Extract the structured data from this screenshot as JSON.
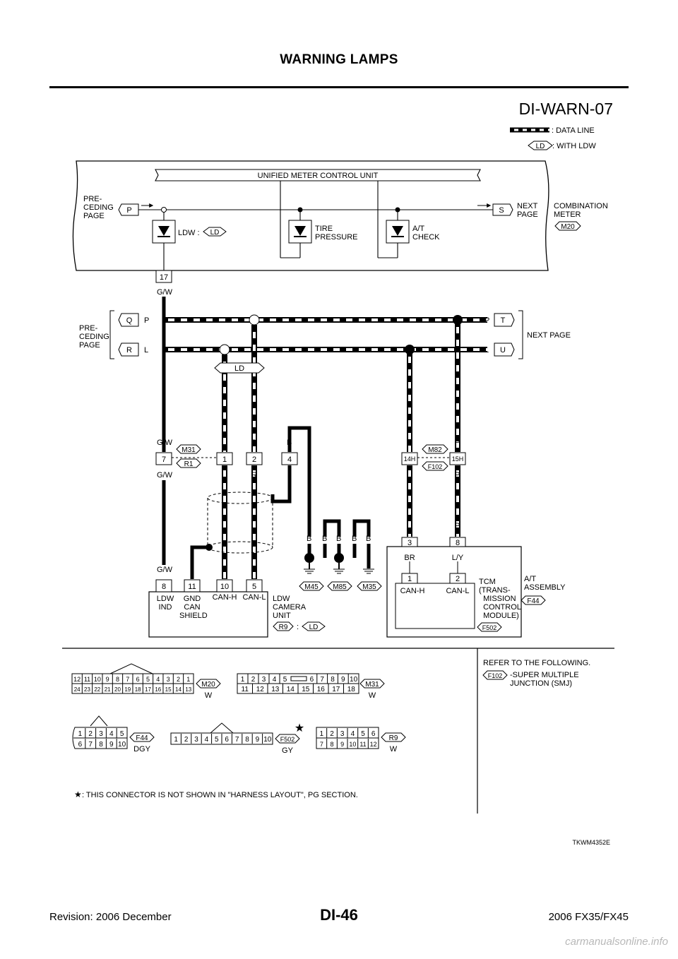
{
  "header": {
    "title": "WARNING LAMPS"
  },
  "diagram": {
    "id": "DI-WARN-07",
    "legend": {
      "data_line": ": DATA LINE",
      "ld_symbol": "LD",
      "with_ldw": ": WITH LDW"
    },
    "meter": {
      "unit_title": "UNIFIED METER CONTROL UNIT",
      "preceding": "PRE-\nCEDING\nPAGE",
      "p_term": "P",
      "s_term": "S",
      "next_page": "NEXT\nPAGE",
      "combo": "COMBINATION\nMETER",
      "combo_conn": "M20",
      "ldw_label": "LDW :",
      "ld_tag": "LD",
      "tire": "TIRE\nPRESSURE",
      "at_check": "A/T\nCHECK"
    },
    "wire": {
      "pin17": "17",
      "gw": "G/W",
      "preceding2": "PRE-\nCEDING\nPAGE",
      "next_page2": "NEXT PAGE",
      "q": "Q",
      "r": "R",
      "t": "T",
      "u": "U",
      "p": "P",
      "l": "L",
      "b": "B",
      "ld": "LD"
    },
    "joint": {
      "m31": "M31",
      "r1": "R1",
      "pin7": "7",
      "pin1": "1",
      "pin2": "2",
      "pin4": "4",
      "m82": "M82",
      "f102": "F102",
      "pin14h": "14H",
      "pin15h": "15H",
      "gw": "G/W",
      "l": "L",
      "p": "P",
      "r": "R",
      "b": "B"
    },
    "camera": {
      "pin8": "8",
      "pin11": "11",
      "pin10": "10",
      "pin5": "5",
      "ldw_ind": "LDW\nIND",
      "gnd": "GND\nCAN\nSHIELD",
      "canh": "CAN-H",
      "canl": "CAN-L",
      "title": "LDW\nCAMERA\nUNIT",
      "r9": "R9",
      "colon": ":",
      "ld": "LD",
      "gw": "G/W",
      "l": "L",
      "r": "R"
    },
    "grounds": {
      "m45": "M45",
      "m85": "M85",
      "m35": "M35",
      "b": "B"
    },
    "tcm": {
      "pin3": "3",
      "pin8": "8",
      "pin1": "1",
      "pin2": "2",
      "br": "BR",
      "ly": "L/Y",
      "l": "L",
      "p": "P",
      "canh": "CAN-H",
      "canl": "CAN-L",
      "title": "TCM\n(TRANS-\n  MISSION\n  CONTROL\n  MODULE)",
      "assy": "A/T\nASSEMBLY",
      "f44": "F44",
      "f502": "F502"
    },
    "connectors": {
      "m20": {
        "id": "M20",
        "color": "W",
        "row1": [
          "12",
          "11",
          "10",
          "9",
          "8",
          "7",
          "6",
          "5",
          "4",
          "3",
          "2",
          "1"
        ],
        "row2": [
          "24",
          "23",
          "22",
          "21",
          "20",
          "19",
          "18",
          "17",
          "16",
          "15",
          "14",
          "13"
        ]
      },
      "m31": {
        "id": "M31",
        "color": "W",
        "row1": [
          "1",
          "2",
          "3",
          "4",
          "5",
          "6",
          "7",
          "8",
          "9",
          "10"
        ],
        "row2": [
          "11",
          "12",
          "13",
          "14",
          "15",
          "16",
          "17",
          "18"
        ]
      },
      "f44": {
        "id": "F44",
        "color": "DGY",
        "row1": [
          "1",
          "2",
          "3",
          "4",
          "5"
        ],
        "row2": [
          "6",
          "7",
          "8",
          "9",
          "10"
        ]
      },
      "f502": {
        "id": "F502",
        "color": "GY",
        "row1": [
          "1",
          "2",
          "3",
          "4",
          "5",
          "6",
          "7",
          "8",
          "9",
          "10"
        ]
      },
      "r9": {
        "id": "R9",
        "color": "W",
        "row1": [
          "1",
          "2",
          "3",
          "4",
          "5",
          "6"
        ],
        "row2": [
          "7",
          "8",
          "9",
          "10",
          "11",
          "12"
        ]
      }
    },
    "refer": "REFER TO THE FOLLOWING.",
    "refer_item": "-SUPER MULTIPLE\nJUNCTION (SMJ)",
    "refer_conn": "F102",
    "star_note": ": THIS CONNECTOR IS NOT SHOWN IN \"HARNESS LAYOUT\", PG SECTION.",
    "code": "TKWM4352E"
  },
  "footer": {
    "page": "DI-46",
    "revision": "Revision: 2006 December",
    "model": "2006 FX35/FX45"
  },
  "watermark": "carmanualsonline.info"
}
